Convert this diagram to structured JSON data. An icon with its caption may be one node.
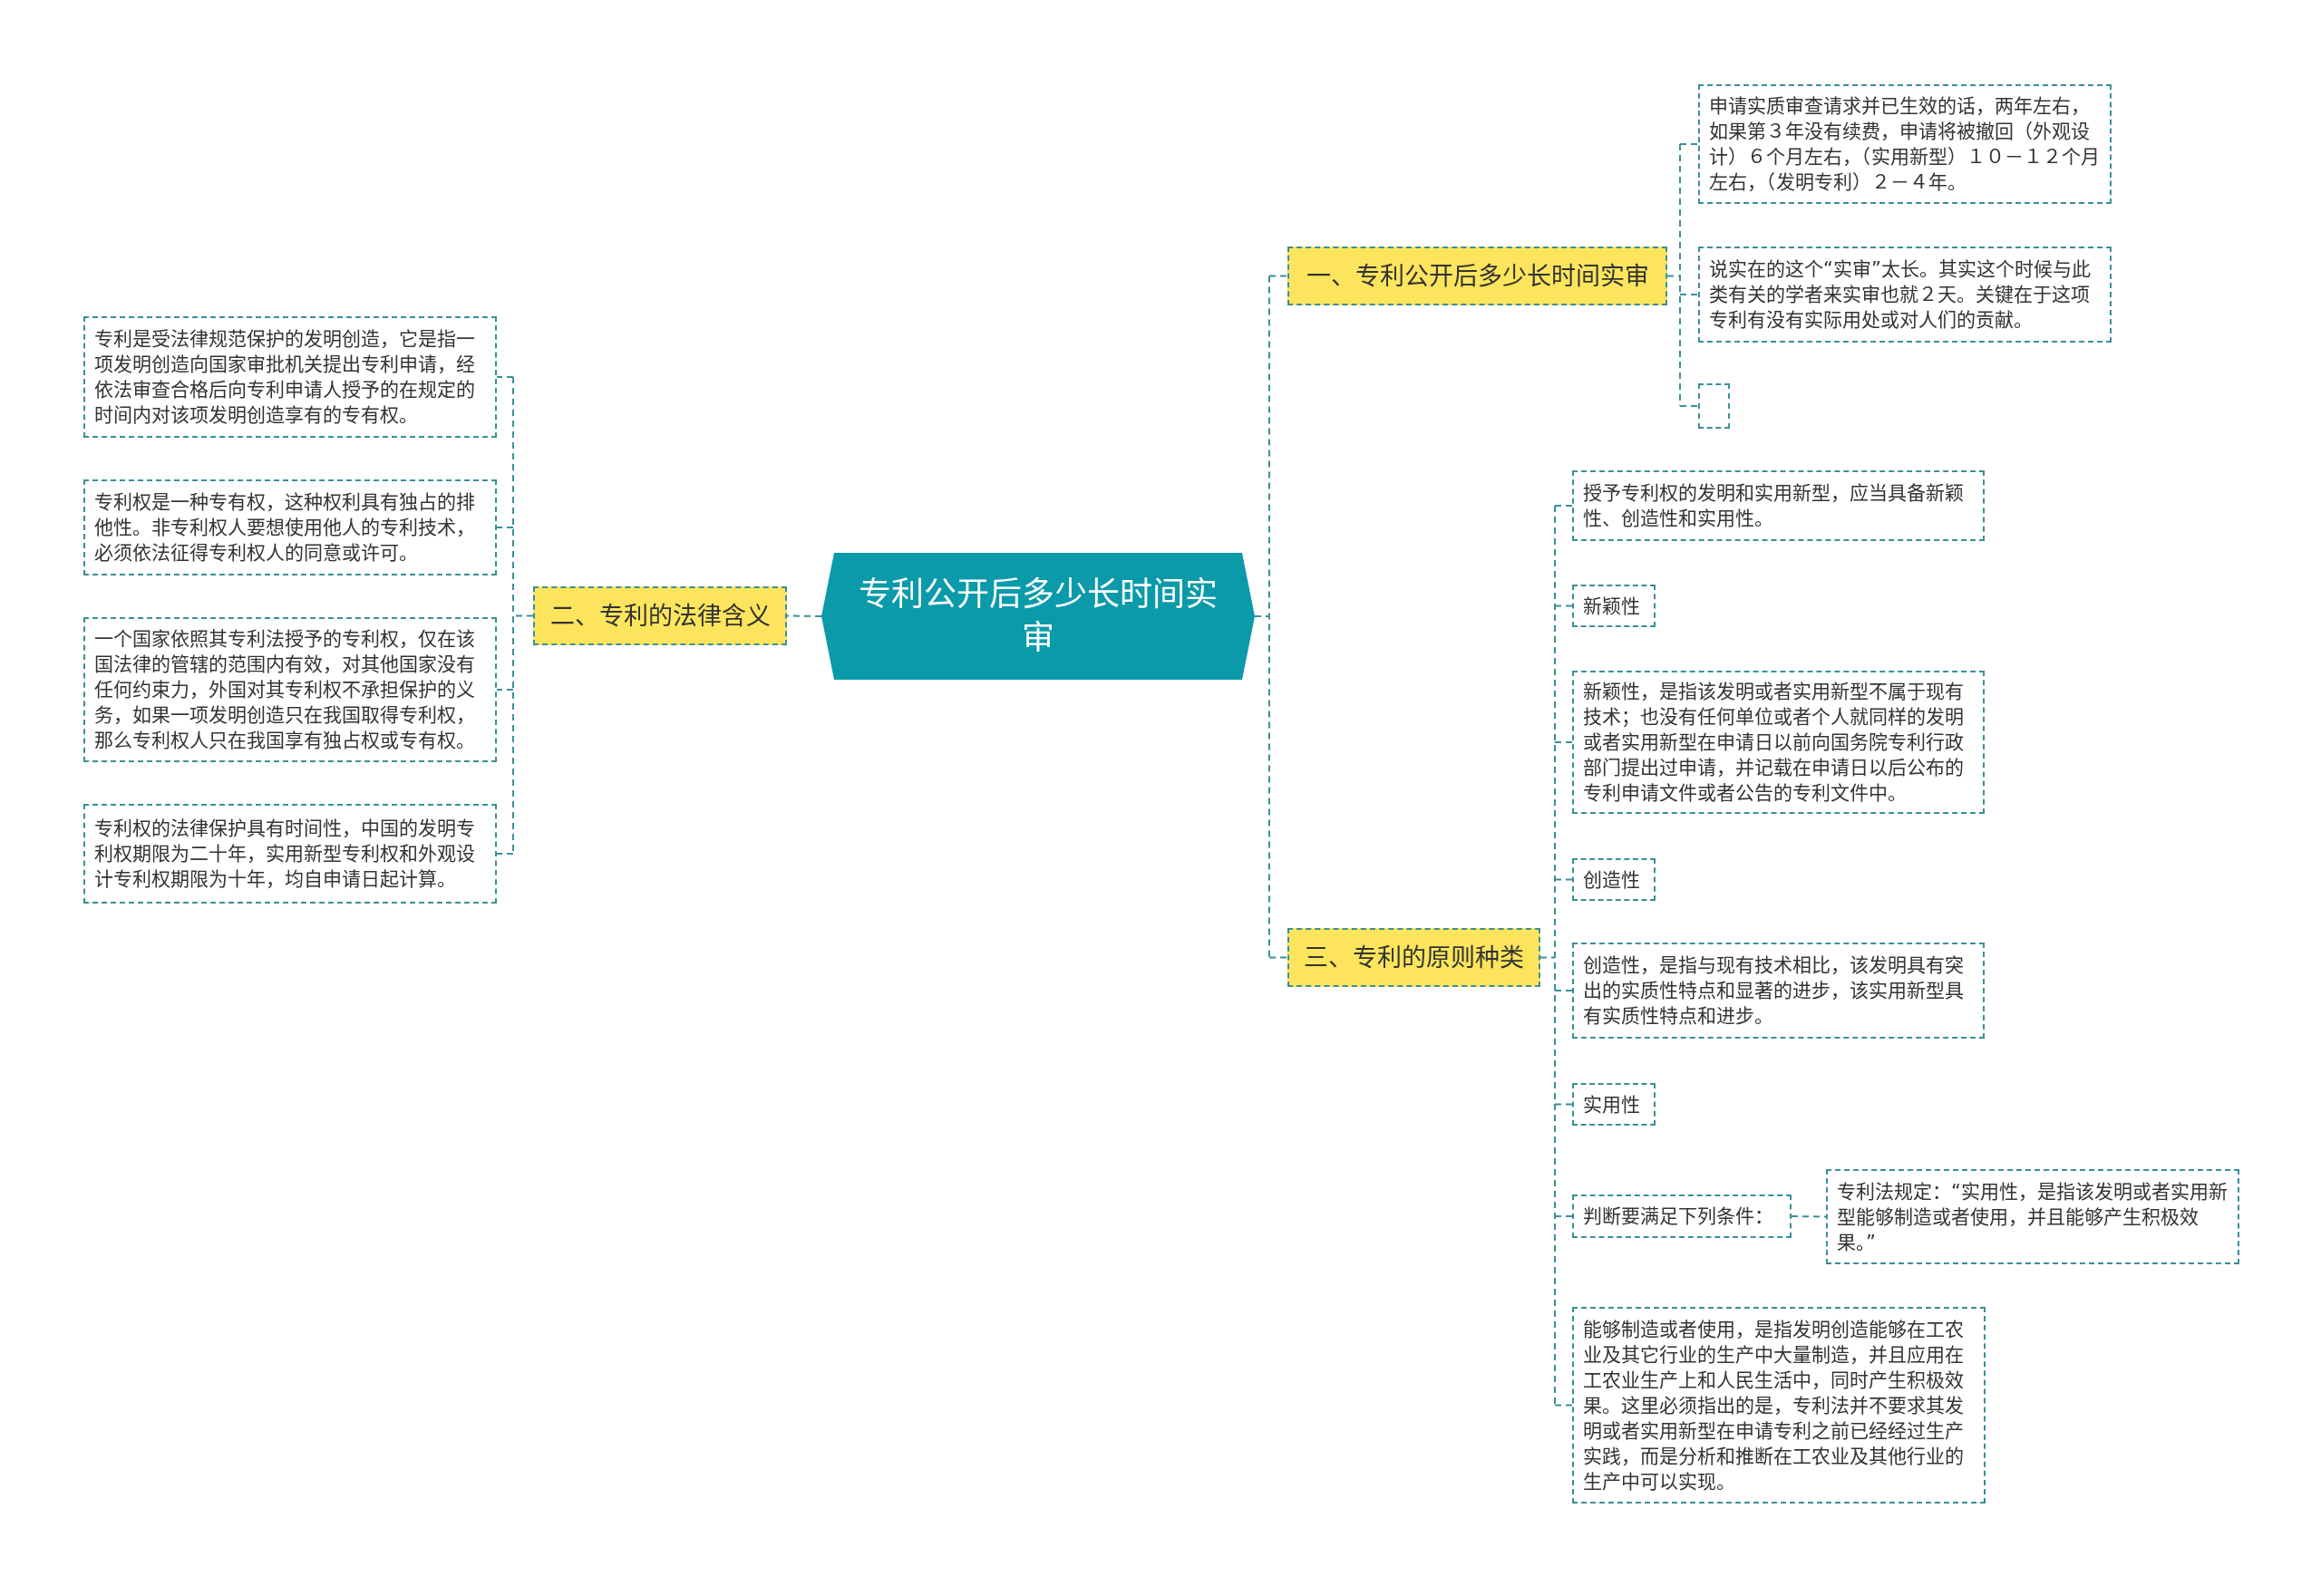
{
  "diagram": {
    "nodes": [
      {
        "text": [
          "专利公开后多少长时间实审"
        ]
      },
      {
        "text": [
          "一、专利公开后多少长时间实审"
        ]
      },
      {
        "text": [
          "申请实质审查请求并已生效的话，两年左右，如果第３年没有续费，申请将被撤回（外观设计）６个月左右，（实用新型）１０－１２个月左右，（发明专利）２－４年。"
        ]
      },
      {
        "text": [
          "说实在的这个“实审”太长。其实这个时候与此类有关的学者来实审也就２天。关键在于这项专利有没有实际用处或对人们的贡献。"
        ]
      },
      {
        "text": [],
        "shape": "box"
      },
      {
        "text": [
          "二、专利的法律含义"
        ]
      },
      {
        "text": [
          "专利是受法律规范保护的发明创造，它是指一项发明创造向国家审批机关提出专利申请，经依法审查合格后向专利申请人授予的在规定的时间内对该项发明创造享有的专有权。"
        ]
      },
      {
        "text": [
          "专利权是一种专有权，这种权利具有独占的排他性。非专利权人要想使用他人的专利技术，必须依法征得专利权人的同意或许可。"
        ]
      },
      {
        "text": [
          "一个国家依照其专利法授予的专利权，仅在该国法律的管辖的范围内有效，对其他国家没有任何约束力，外国对其专利权不承担保护的义务，如果一项发明创造只在我国取得专利权，那么专利权人只在我国享有独占权或专有权。"
        ]
      },
      {
        "text": [
          "专利权的法律保护具有时间性，中国的发明专利权期限为二十年，实用新型专利权和外观设计专利权期限为十年，均自申请日起计算。"
        ]
      },
      {
        "text": [
          "三、专利的原则种类"
        ]
      },
      {
        "text": [
          "授予专利权的发明和实用新型，应当具备新颖性、创造性和实用性。"
        ]
      },
      {
        "text": [
          "新颖性"
        ]
      },
      {
        "text": [
          "新颖性，是指该发明或者实用新型不属于现有技术；也没有任何单位或者个人就同样的发明或者实用新型在申请日以前向国务院专利行政部门提出过申请，并记载在申请日以后公布的专利申请文件或者公告的专利文件中。"
        ]
      },
      {
        "text": [
          "创造性"
        ]
      },
      {
        "text": [
          "创造性，是指与现有技术相比，该发明具有突出的实质性特点和显著的进步，该实用新型具有实质性特点和进步。"
        ]
      },
      {
        "text": [
          "实用性"
        ]
      },
      {
        "text": [
          "判断要满足下列条件："
        ]
      },
      {
        "text": [
          "专利法规定：“实用性，是指该发明或者实用新型能够制造或者使用，并且能够产生积极效果。”"
        ]
      },
      {
        "text": [
          "能够制造或者使用，是指发明创造能够在工农业及其它行业的生产中大量制造，并且应用在工农业生产上和人民生活中，同时产生积极效果。这里必须指出的是，专利法并不要求其发明或者实用新型在申请专利之前已经经过生产实践，而是分析和推断在工农业及其他行业的生产中可以实现。"
        ]
      }
    ],
    "edges": [
      {
        "from": 0,
        "to": 5,
        "arrow": "none",
        "style": "dashed"
      },
      {
        "from": 0,
        "to": 1,
        "arrow": "none",
        "style": "dashed"
      },
      {
        "from": 0,
        "to": 10,
        "arrow": "none",
        "style": "dashed"
      },
      {
        "from": 1,
        "to": 2,
        "arrow": "none",
        "style": "dashed"
      },
      {
        "from": 1,
        "to": 3,
        "arrow": "none",
        "style": "dashed"
      },
      {
        "from": 1,
        "to": 4,
        "arrow": "none",
        "style": "dashed"
      },
      {
        "from": 5,
        "to": 6,
        "arrow": "none",
        "style": "dashed"
      },
      {
        "from": 5,
        "to": 7,
        "arrow": "none",
        "style": "dashed"
      },
      {
        "from": 5,
        "to": 8,
        "arrow": "none",
        "style": "dashed"
      },
      {
        "from": 5,
        "to": 9,
        "arrow": "none",
        "style": "dashed"
      },
      {
        "from": 10,
        "to": 11,
        "arrow": "none",
        "style": "dashed"
      },
      {
        "from": 10,
        "to": 12,
        "arrow": "none",
        "style": "dashed"
      },
      {
        "from": 10,
        "to": 13,
        "arrow": "none",
        "style": "dashed"
      },
      {
        "from": 10,
        "to": 14,
        "arrow": "none",
        "style": "dashed"
      },
      {
        "from": 10,
        "to": 15,
        "arrow": "none",
        "style": "dashed"
      },
      {
        "from": 10,
        "to": 16,
        "arrow": "none",
        "style": "dashed"
      },
      {
        "from": 10,
        "to": 17,
        "arrow": "none",
        "style": "dashed"
      },
      {
        "from": 17,
        "to": 18,
        "arrow": "none",
        "style": "dashed"
      },
      {
        "from": 10,
        "to": 19,
        "arrow": "none",
        "style": "dashed"
      }
    ]
  }
}
